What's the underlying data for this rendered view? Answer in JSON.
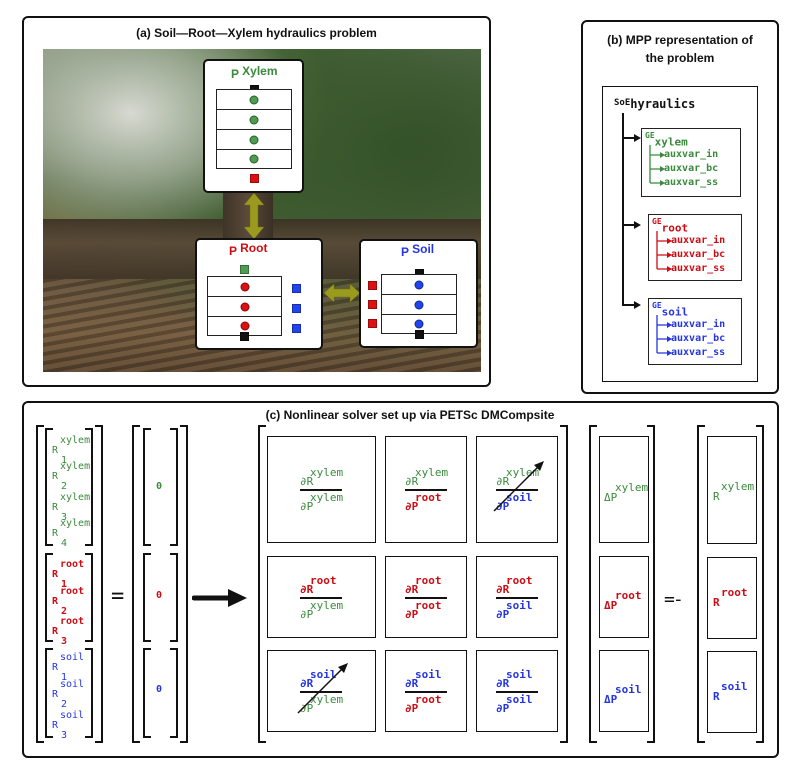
{
  "panel_a": {
    "title": "(a) Soil—Root—Xylem hydraulics problem",
    "xylem": {
      "p": "P",
      "label": "Xylem",
      "cells": 4,
      "color": "#3a8a3c"
    },
    "root": {
      "p": "P",
      "label": "Root",
      "cells": 3,
      "color": "#cc0d14"
    },
    "soil": {
      "p": "P",
      "label": "Soil",
      "cells": 3,
      "color": "#2535e0"
    },
    "arrow_color": "#9a9a1e"
  },
  "panel_b": {
    "title_line1": "(b) MPP  representation of",
    "title_line2": "the problem",
    "soe": {
      "base": "SoE",
      "sub": "hyraulics"
    },
    "groups": [
      {
        "base": "GE",
        "sub": "xylem",
        "color": "#3a8a3c",
        "items": [
          "auxvar_in",
          "auxvar_bc",
          "auxvar_ss"
        ]
      },
      {
        "base": "GE",
        "sub": "root",
        "color": "#cc0d14",
        "items": [
          "auxvar_in",
          "auxvar_bc",
          "auxvar_ss"
        ]
      },
      {
        "base": "GE",
        "sub": "soil",
        "color": "#2535e0",
        "items": [
          "auxvar_in",
          "auxvar_bc",
          "auxvar_ss"
        ]
      }
    ]
  },
  "panel_c": {
    "title": "(c) Nonlinear solver set up via PETSc DMCompsite",
    "residual": {
      "xylem": [
        {
          "base": "R",
          "sup": "xylem",
          "sub": "1"
        },
        {
          "base": "R",
          "sup": "xylem",
          "sub": "2"
        },
        {
          "base": "R",
          "sup": "xylem",
          "sub": "3"
        },
        {
          "base": "R",
          "sup": "xylem",
          "sub": "4"
        }
      ],
      "root": [
        {
          "base": "R",
          "sup": "root",
          "sub": "1"
        },
        {
          "base": "R",
          "sup": "root",
          "sub": "2"
        },
        {
          "base": "R",
          "sup": "root",
          "sub": "3"
        }
      ],
      "soil": [
        {
          "base": "R",
          "sup": "soil",
          "sub": "1"
        },
        {
          "base": "R",
          "sup": "soil",
          "sub": "2"
        },
        {
          "base": "R",
          "sup": "soil",
          "sub": "3"
        }
      ]
    },
    "equals": "=",
    "zeros": [
      "0",
      "0",
      "0"
    ],
    "jacobian": [
      [
        {
          "num_base": "∂R",
          "num_sup": "xylem",
          "den_base": "∂P",
          "den_sup": "xylem",
          "crossed": false
        },
        {
          "num_base": "∂R",
          "num_sup": "xylem",
          "den_base": "∂P",
          "den_sup": "root",
          "crossed": false
        },
        {
          "num_base": "∂R",
          "num_sup": "xylem",
          "den_base": "∂P",
          "den_sup": "soil",
          "crossed": true
        }
      ],
      [
        {
          "num_base": "∂R",
          "num_sup": "root",
          "den_base": "∂P",
          "den_sup": "xylem",
          "crossed": false
        },
        {
          "num_base": "∂R",
          "num_sup": "root",
          "den_base": "∂P",
          "den_sup": "root",
          "crossed": false
        },
        {
          "num_base": "∂R",
          "num_sup": "root",
          "den_base": "∂P",
          "den_sup": "soil",
          "crossed": false
        }
      ],
      [
        {
          "num_base": "∂R",
          "num_sup": "soil",
          "den_base": "∂P",
          "den_sup": "xylem",
          "crossed": true
        },
        {
          "num_base": "∂R",
          "num_sup": "soil",
          "den_base": "∂P",
          "den_sup": "root",
          "crossed": false
        },
        {
          "num_base": "∂R",
          "num_sup": "soil",
          "den_base": "∂P",
          "den_sup": "soil",
          "crossed": false
        }
      ]
    ],
    "delta": [
      {
        "base": "ΔP",
        "sup": "xylem"
      },
      {
        "base": "ΔP",
        "sup": "root"
      },
      {
        "base": "ΔP",
        "sup": "soil"
      }
    ],
    "equals_minus": "=-",
    "rhs": [
      {
        "base": "R",
        "sup": "xylem"
      },
      {
        "base": "R",
        "sup": "root"
      },
      {
        "base": "R",
        "sup": "soil"
      }
    ],
    "colors": {
      "xylem": "#3a8a3c",
      "root": "#cc0d14",
      "soil": "#2535e0"
    }
  }
}
